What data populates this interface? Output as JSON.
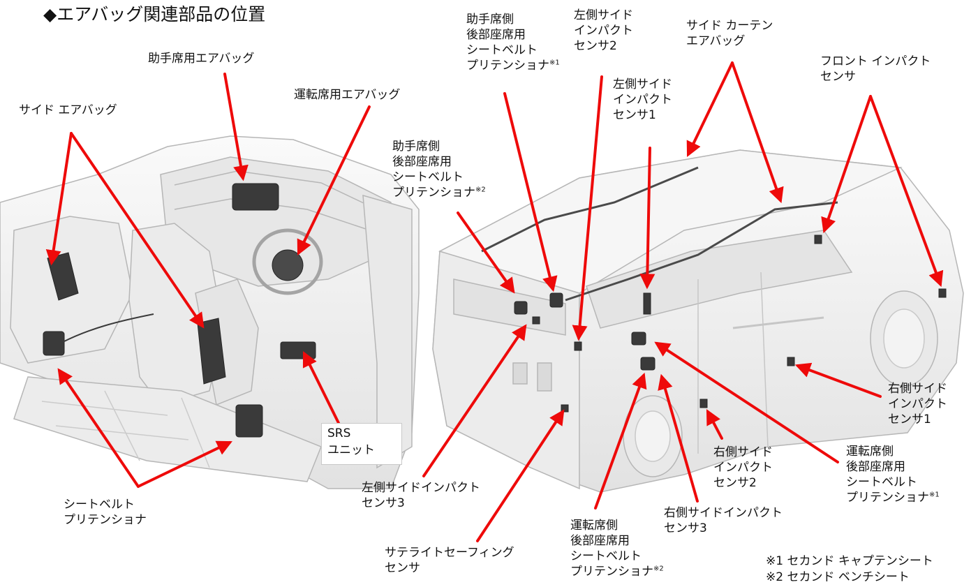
{
  "title": "◆エアバッグ関連部品の位置",
  "colors": {
    "arrow": "#ee0a0a",
    "component": "#3a3a3a",
    "body_fill": "#f1f1f1",
    "body_line": "#b9b9b9"
  },
  "labels": {
    "passenger_airbag": [
      "助手席用エアバッグ"
    ],
    "driver_airbag": [
      "運転席用エアバッグ"
    ],
    "side_airbag": [
      "サイド エアバッグ"
    ],
    "seatbelt_pretensioner": [
      "シートベルト",
      "プリテンショナ"
    ],
    "srs_unit": [
      "SRS",
      "ユニット"
    ],
    "pass_rear_pretensioner_1": [
      "助手席側",
      "後部座席用",
      "シートベルト",
      "プリテンショナ"
    ],
    "pass_rear_pretensioner_2": [
      "助手席側",
      "後部座席用",
      "シートベルト",
      "プリテンショナ"
    ],
    "left_side_impact_2": [
      "左側サイド",
      "インパクト",
      "センサ2"
    ],
    "left_side_impact_1": [
      "左側サイド",
      "インパクト",
      "センサ1"
    ],
    "side_curtain_airbag": [
      "サイド カーテン",
      "エアバッグ"
    ],
    "front_impact_sensor": [
      "フロント インパクト",
      "センサ"
    ],
    "right_side_impact_1": [
      "右側サイド",
      "インパクト",
      "センサ1"
    ],
    "right_side_impact_2": [
      "右側サイド",
      "インパクト",
      "センサ2"
    ],
    "driver_rear_pretensioner_1": [
      "運転席側",
      "後部座席用",
      "シートベルト",
      "プリテンショナ"
    ],
    "driver_rear_pretensioner_2": [
      "運転席側",
      "後部座席用",
      "シートベルト",
      "プリテンショナ"
    ],
    "right_side_impact_3": [
      "右側サイドインパクト",
      "センサ3"
    ],
    "left_side_impact_3": [
      "左側サイドインパクト",
      "センサ3"
    ],
    "satellite_safing_sensor": [
      "サテライトセーフィング",
      "センサ"
    ]
  },
  "footnote_marks": {
    "mark1": "※1",
    "mark2": "※2"
  },
  "notes": [
    "※1 セカンド キャプテンシート",
    "※2 セカンド ベンチシート"
  ]
}
